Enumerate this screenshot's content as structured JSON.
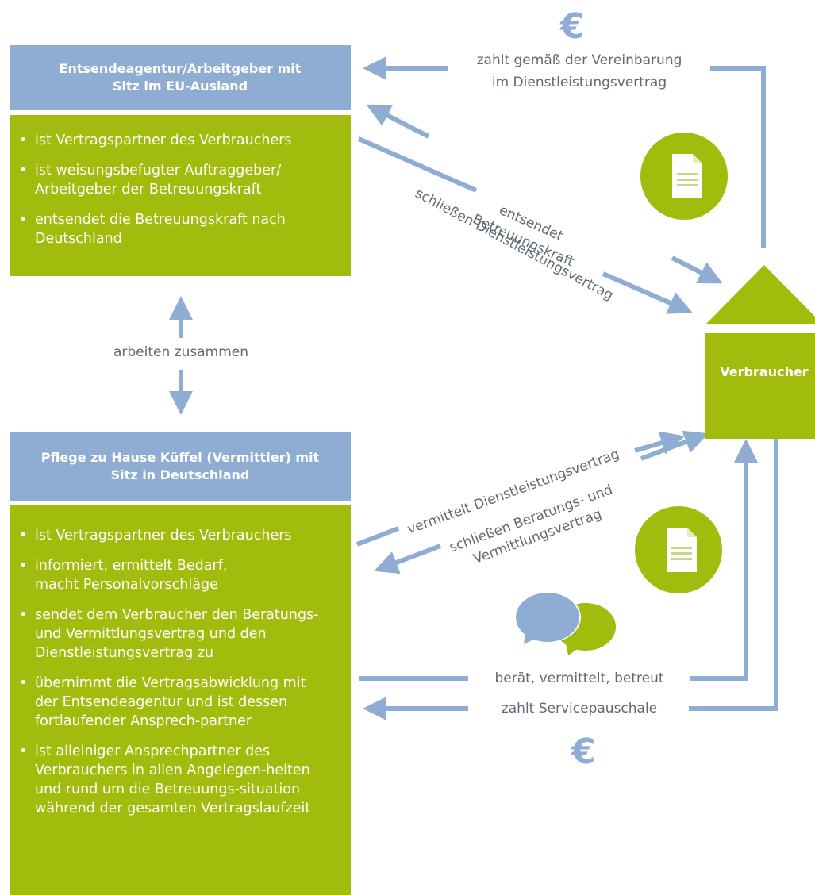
{
  "agency": {
    "title": "Entsendeagentur/Arbeitgeber mit Sitz im EU-Ausland",
    "items": [
      "ist Vertragspartner des Verbrauchers",
      "ist weisungsbefugter Auftraggeber/ Arbeitgeber der Betreuungskraft",
      "entsendet die Betreuungskraft nach Deutschland"
    ]
  },
  "mediator": {
    "title": "Pflege zu Hause Küffel (Vermittler) mit Sitz in Deutschland",
    "items": [
      "ist Vertragspartner des Verbrauchers",
      "informiert, ermittelt Bedarf, macht Personalvorschläge",
      "sendet dem Verbraucher den Beratungs- und Vermittlungsvertrag und den Dienstleistungsvertrag zu",
      "übernimmt die Vertragsabwicklung mit der Entsendeagentur und ist dessen fortlaufender Ansprech-partner",
      "ist alleiniger Ansprechpartner des Verbrauchers in allen Angelegen-heiten und rund um die Betreuungs-situation während der gesamten Vertragslaufzeit"
    ]
  },
  "consumer": {
    "label": "Verbraucher"
  },
  "labels": {
    "pays_agreement_line1": "zahlt gemäß der Vereinbarung",
    "pays_agreement_line2": "im Dienstleistungsvertrag",
    "close_service_contract": "schließen Dienstleistungsvertrag",
    "sends_caregiver_line1": "entsendet",
    "sends_caregiver_line2": "Betreuungskraft",
    "work_together": "arbeiten zusammen",
    "mediates_service_contract": "vermittelt Dienstleistungsvertrag",
    "close_advice_line1": "schließen Beratungs- und",
    "close_advice_line2": "Vermittlungsvertrag",
    "advises": "berät, vermittelt, betreut",
    "pays_service_fee": "zahlt Servicepauschale",
    "euro_symbol": "€"
  },
  "colors": {
    "blue": "#8fadd3",
    "green": "#a2bc0d",
    "text": "#5f6a72"
  },
  "icons": [
    "document-icon",
    "document-icon",
    "speech-bubbles-icon",
    "euro-icon"
  ]
}
